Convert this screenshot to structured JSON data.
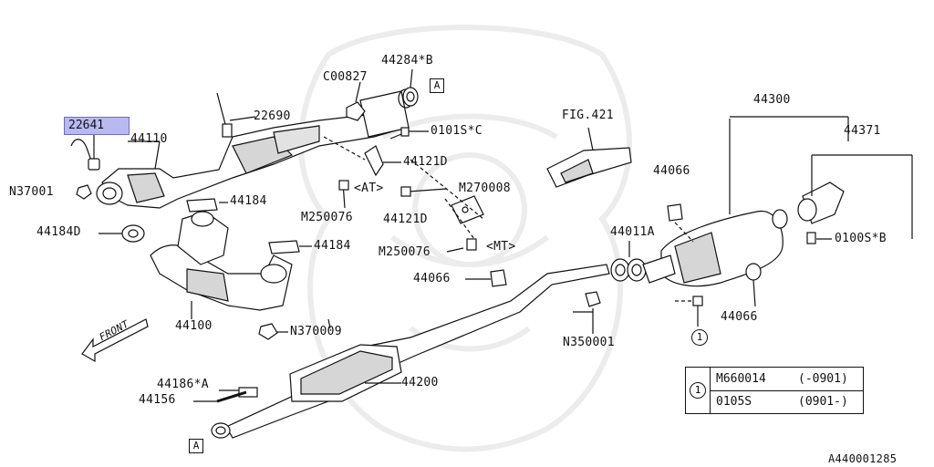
{
  "labels": {
    "p22641": "22641",
    "p44110": "44110",
    "n37001": "N37001",
    "p44184d": "44184D",
    "p22690": "22690",
    "c00827": "C00827",
    "p44284b": "44284*B",
    "p0101sc": "0101S*C",
    "p44121d_top": "44121D",
    "at": "<AT>",
    "m270008": "M270008",
    "m250076_top": "M250076",
    "p44121d_bot": "44121D",
    "m250076_bot": "M250076",
    "mt": "<MT>",
    "p44184_top": "44184",
    "p44184_mid": "44184",
    "p44100": "44100",
    "n370009": "N370009",
    "front": "FRONT",
    "fig421": "FIG.421",
    "p44300": "44300",
    "p44371": "44371",
    "p44066_top": "44066",
    "p44011a": "44011A",
    "p0100sb": "0100S*B",
    "p44066_mid": "44066",
    "p44066_right": "44066",
    "n350001": "N350001",
    "p44186a": "44186*A",
    "p44156": "44156",
    "p44200": "44200",
    "box_a": "A",
    "circle_ref": "1",
    "diagram_id": "A440001285"
  },
  "table": {
    "ref": "1",
    "rows": [
      {
        "part": "M660014",
        "range": "(-0901)"
      },
      {
        "part": "0105S",
        "range": "(0901-)"
      }
    ]
  },
  "highlighted_part": "22641"
}
